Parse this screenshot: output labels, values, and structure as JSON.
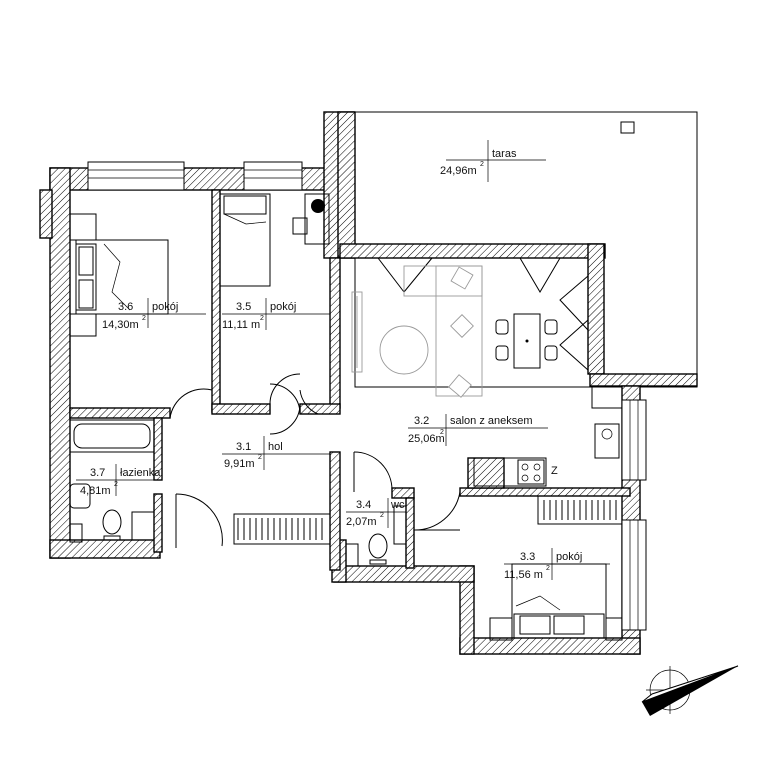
{
  "rooms": [
    {
      "id": "3.1",
      "name": "hol",
      "area": "9,91",
      "unit": "m",
      "exp": "2"
    },
    {
      "id": "3.2",
      "name": "salon z aneksem",
      "area": "25,06",
      "unit": "m",
      "exp": "2"
    },
    {
      "id": "3.3",
      "name": "pokój",
      "area": "11,56",
      "unit": "m",
      "exp": "2"
    },
    {
      "id": "3.4",
      "name": "wc",
      "area": "2,07",
      "unit": "m",
      "exp": "2"
    },
    {
      "id": "3.5",
      "name": "pokój",
      "area": "11,11",
      "unit": "m",
      "exp": "2"
    },
    {
      "id": "3.6",
      "name": "pokój",
      "area": "14,30",
      "unit": "m",
      "exp": "2"
    },
    {
      "id": "3.7",
      "name": "łazienka",
      "area": "4,81",
      "unit": "m",
      "exp": "2"
    }
  ],
  "terrace": {
    "name": "taras",
    "area": "24,96",
    "unit": "m",
    "exp": "2"
  },
  "stove_mark": "Z",
  "compass_icon": "north-arrow-icon"
}
